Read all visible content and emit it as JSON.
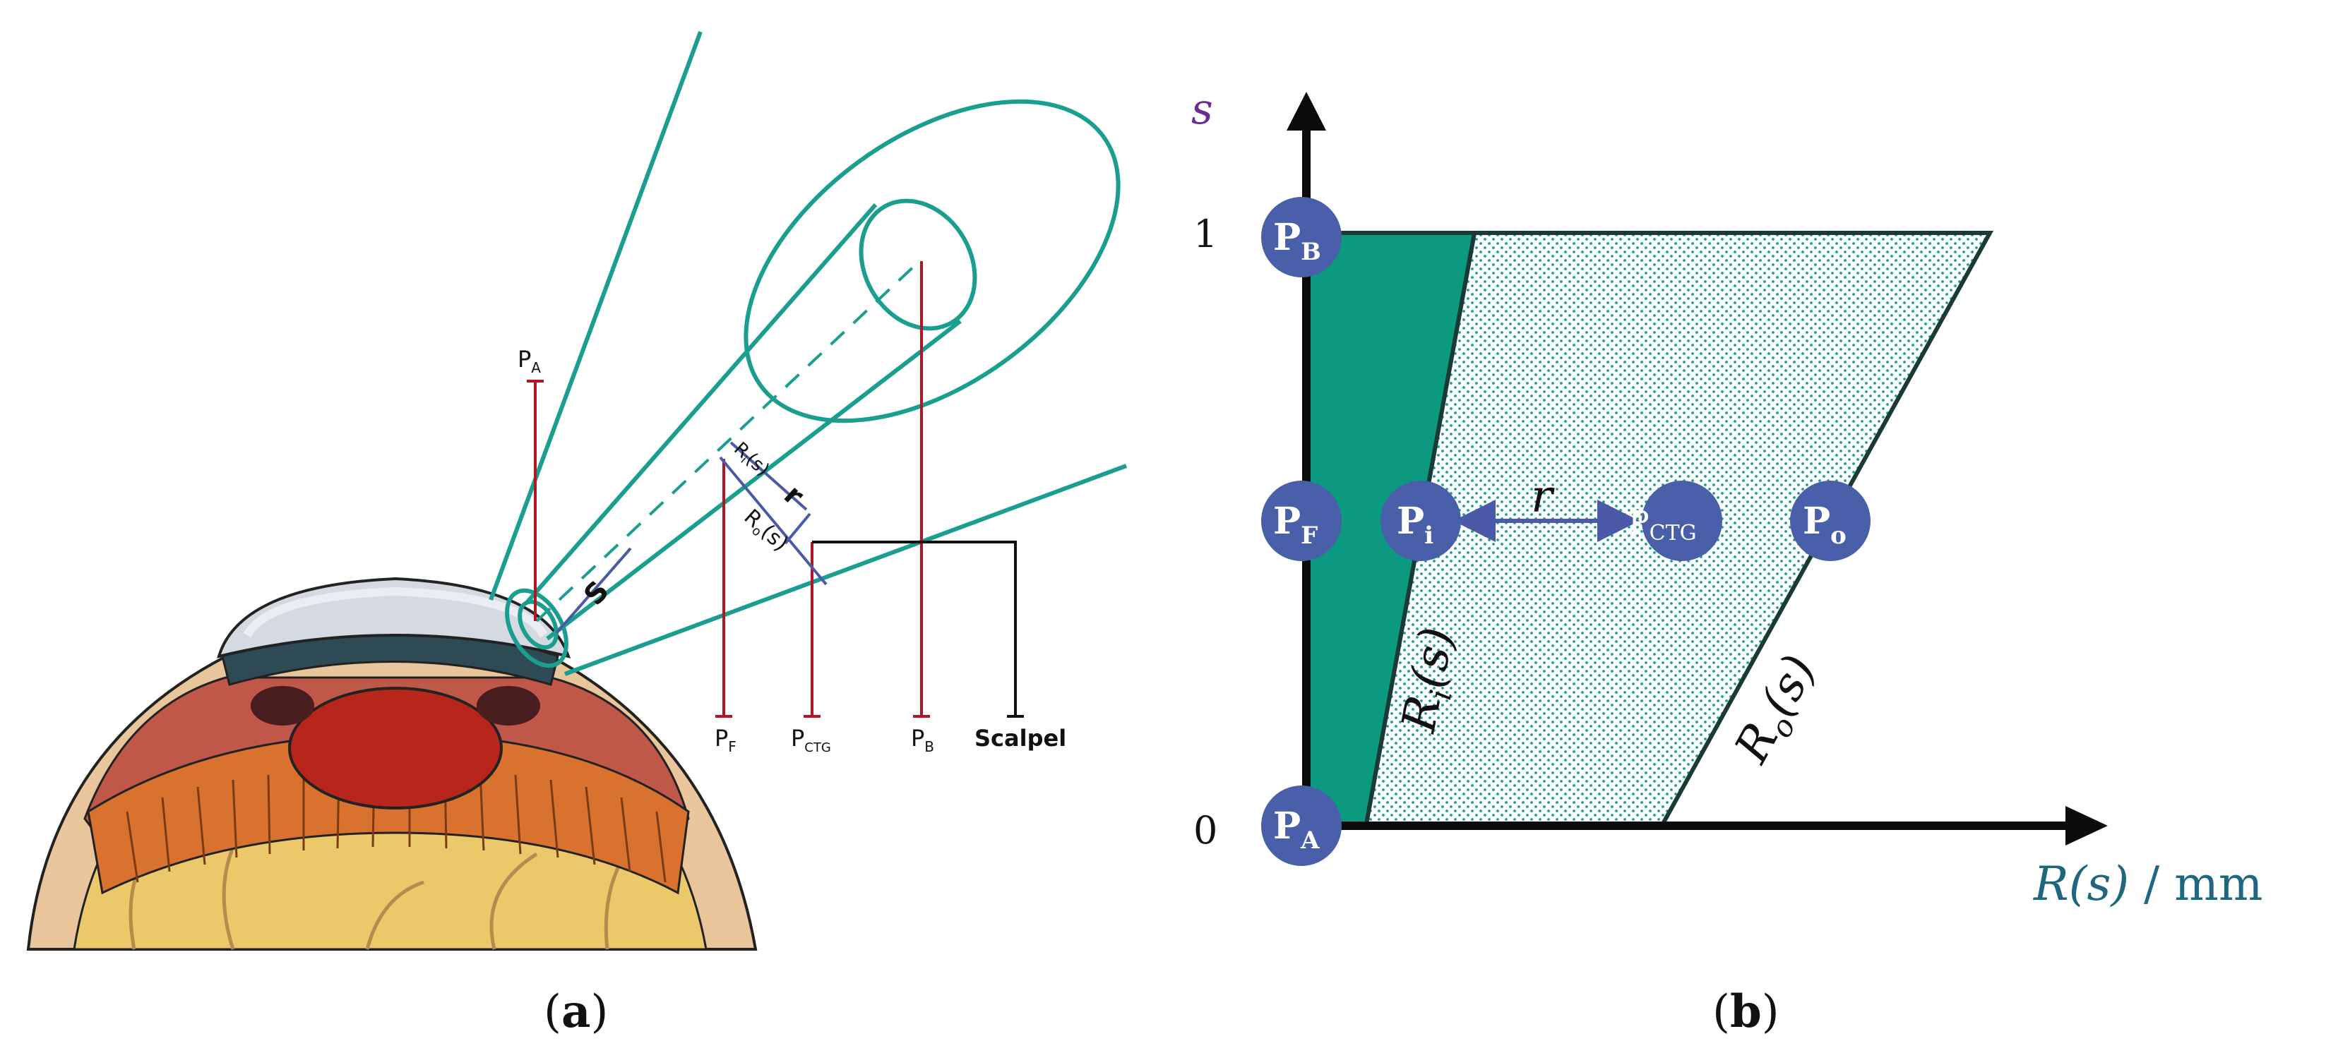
{
  "colors": {
    "teal": "#1a9e90",
    "teal_dark": "#0b9a80",
    "red_line": "#b01623",
    "blue_line": "#4a5aa8",
    "point_fill": "#4a5fa9",
    "axis": "#0b0b0b",
    "label_purple": "#6a2d91",
    "label_teal": "#1f6681",
    "edge_dark": "#1a3a35"
  },
  "panel_a": {
    "caption_open": "(",
    "caption_letter": "a",
    "caption_close": ")",
    "labels": {
      "pa_main": "P",
      "pa_sub": "A",
      "pf_main": "P",
      "pf_sub": "F",
      "pctg_main": "P",
      "pctg_sub": "CTG",
      "pb_main": "P",
      "pb_sub": "B",
      "scalpel": "Scalpel",
      "s": "S",
      "r": "r",
      "ri_main": "R",
      "ri_sub": "i",
      "ri_arg": "(s)",
      "ro_main": "R",
      "ro_sub": "o",
      "ro_arg": "(s)"
    }
  },
  "panel_b": {
    "caption_open": "(",
    "caption_letter": "b",
    "caption_close": ")",
    "y_axis_label": "s",
    "x_axis_label": "R(s)",
    "x_axis_unit": " / mm",
    "tick_1": "1",
    "tick_0": "0",
    "r_label": "r",
    "ri_main": "R",
    "ri_sub": "i",
    "ri_arg": "(s)",
    "ro_main": "R",
    "ro_sub": "o",
    "ro_arg": "(s)",
    "points": {
      "pb_main": "P",
      "pb_sub": "B",
      "pf_main": "P",
      "pf_sub": "F",
      "pa_main": "P",
      "pa_sub": "A",
      "pi_main": "P",
      "pi_sub": "i",
      "po_main": "P",
      "po_sub": "o",
      "pctg_main": "P",
      "pctg_sub": "CTG"
    }
  }
}
